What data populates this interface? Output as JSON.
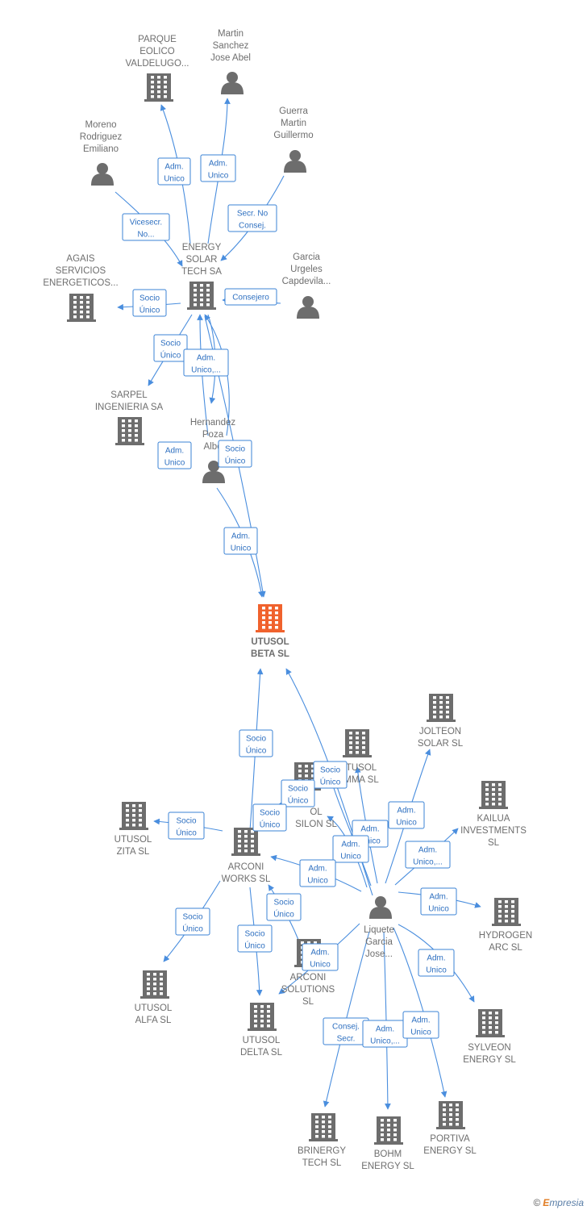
{
  "nodes": [
    {
      "id": "utusol_beta",
      "type": "company",
      "highlight": true,
      "label": [
        "UTUSOL",
        "BETA  SL"
      ]
    },
    {
      "id": "energy_solar",
      "type": "company",
      "label": [
        "ENERGY",
        "SOLAR",
        "TECH SA"
      ]
    },
    {
      "id": "parque",
      "type": "company",
      "label": [
        "PARQUE",
        "EOLICO",
        "VALDELUGO..."
      ]
    },
    {
      "id": "martin",
      "type": "person",
      "label": [
        "Martin",
        "Sanchez",
        "Jose Abel"
      ]
    },
    {
      "id": "guerra",
      "type": "person",
      "label": [
        "Guerra",
        "Martin",
        "Guillermo"
      ]
    },
    {
      "id": "moreno",
      "type": "person",
      "label": [
        "Moreno",
        "Rodriguez",
        "Emiliano"
      ]
    },
    {
      "id": "agais",
      "type": "company",
      "label": [
        "AGAIS",
        "SERVICIOS",
        "ENERGETICOS..."
      ]
    },
    {
      "id": "garcia",
      "type": "person",
      "label": [
        "Garcia",
        "Urgeles",
        "Capdevila..."
      ]
    },
    {
      "id": "sarpel",
      "type": "company",
      "label": [
        "SARPEL",
        "INGENIERIA SA"
      ]
    },
    {
      "id": "hernandez",
      "type": "person",
      "label": [
        "Hernandez",
        "Poza",
        "Albe"
      ]
    },
    {
      "id": "jolteon",
      "type": "company",
      "label": [
        "JOLTEON",
        "SOLAR  SL"
      ]
    },
    {
      "id": "utusol_gamma",
      "type": "company",
      "label": [
        "TUSOL",
        "MMA  SL"
      ]
    },
    {
      "id": "utusol_epsilon",
      "type": "company",
      "label": [
        "OL",
        "SILON  SL"
      ]
    },
    {
      "id": "kailua",
      "type": "company",
      "label": [
        "KAILUA",
        "INVESTMENTS",
        "SL"
      ]
    },
    {
      "id": "utusol_zita",
      "type": "company",
      "label": [
        "UTUSOL",
        "ZITA  SL"
      ]
    },
    {
      "id": "arconi_works",
      "type": "company",
      "label": [
        "ARCONI",
        "WORKS  SL"
      ]
    },
    {
      "id": "liquete",
      "type": "person",
      "label": [
        "Liquete",
        "Garcia",
        "Jose..."
      ]
    },
    {
      "id": "hydrogen",
      "type": "company",
      "label": [
        "HYDROGEN",
        "ARC  SL"
      ]
    },
    {
      "id": "arconi_solutions",
      "type": "company",
      "label": [
        "ARCONI",
        "SOLUTIONS",
        "SL"
      ]
    },
    {
      "id": "utusol_alfa",
      "type": "company",
      "label": [
        "UTUSOL",
        "ALFA  SL"
      ]
    },
    {
      "id": "utusol_delta",
      "type": "company",
      "label": [
        "UTUSOL",
        "DELTA  SL"
      ]
    },
    {
      "id": "sylveon",
      "type": "company",
      "label": [
        "SYLVEON",
        "ENERGY  SL"
      ]
    },
    {
      "id": "brinergy",
      "type": "company",
      "label": [
        "BRINERGY",
        "TECH  SL"
      ]
    },
    {
      "id": "bohm",
      "type": "company",
      "label": [
        "BOHM",
        "ENERGY  SL"
      ]
    },
    {
      "id": "portiva",
      "type": "company",
      "label": [
        "PORTIVA",
        "ENERGY  SL"
      ]
    }
  ],
  "relations": [
    {
      "id": "r1",
      "label": [
        "Adm.",
        "Unico"
      ]
    },
    {
      "id": "r2",
      "label": [
        "Adm.",
        "Unico"
      ]
    },
    {
      "id": "r3",
      "label": [
        "Secr.  No",
        "Consej."
      ]
    },
    {
      "id": "r4",
      "label": [
        "Vicesecr.",
        "No..."
      ]
    },
    {
      "id": "r5",
      "label": [
        "Socio",
        "Único"
      ]
    },
    {
      "id": "r6",
      "label": [
        "Consejero"
      ]
    },
    {
      "id": "r7",
      "label": [
        "Socio",
        "Único"
      ]
    },
    {
      "id": "r8",
      "label": [
        "Adm.",
        "Unico,..."
      ]
    },
    {
      "id": "r9",
      "label": [
        "Adm.",
        "Unico"
      ]
    },
    {
      "id": "r10",
      "label": [
        "Socio",
        "Único"
      ]
    },
    {
      "id": "r11",
      "label": [
        "Adm.",
        "Unico"
      ]
    },
    {
      "id": "r12",
      "label": [
        "Socio",
        "Único"
      ]
    },
    {
      "id": "r13",
      "label": [
        "Socio",
        "Único"
      ]
    },
    {
      "id": "r14",
      "label": [
        "Socio",
        "Único"
      ]
    },
    {
      "id": "r15",
      "label": [
        "Socio",
        "Único"
      ]
    },
    {
      "id": "r16",
      "label": [
        "Adm.",
        "Unico"
      ]
    },
    {
      "id": "r17",
      "label": [
        "Adm.",
        "Unico"
      ]
    },
    {
      "id": "r18",
      "label": [
        "Adm.",
        "Unico"
      ]
    },
    {
      "id": "r19",
      "label": [
        "Socio",
        "Único"
      ]
    },
    {
      "id": "r20",
      "label": [
        "Adm.",
        "Unico"
      ]
    },
    {
      "id": "r21",
      "label": [
        "Adm.",
        "Unico,..."
      ]
    },
    {
      "id": "r22",
      "label": [
        "Adm.",
        "Unico"
      ]
    },
    {
      "id": "r23",
      "label": [
        "Socio",
        "Único"
      ]
    },
    {
      "id": "r24",
      "label": [
        "Socio",
        "Único"
      ]
    },
    {
      "id": "r25",
      "label": [
        "Socio",
        "Único"
      ]
    },
    {
      "id": "r26",
      "label": [
        "Adm.",
        "Unico"
      ]
    },
    {
      "id": "r27",
      "label": [
        "Adm.",
        "Unico"
      ]
    },
    {
      "id": "r28",
      "label": [
        "Consej.",
        "Secr."
      ]
    },
    {
      "id": "r29",
      "label": [
        "Adm.",
        "Unico,..."
      ]
    },
    {
      "id": "r30",
      "label": [
        "Adm.",
        "Unico"
      ]
    }
  ],
  "colors": {
    "edge": "#4a8ede",
    "node": "#6d6d6d",
    "highlight": "#f0622d",
    "label_text": "#6e6e6e",
    "relation_text": "#2d6fc0"
  },
  "icons": {
    "company": "building-icon",
    "person": "person-icon"
  },
  "watermark": {
    "copyright": "©",
    "brand_e": "E",
    "brand_rest": "mpresia"
  }
}
